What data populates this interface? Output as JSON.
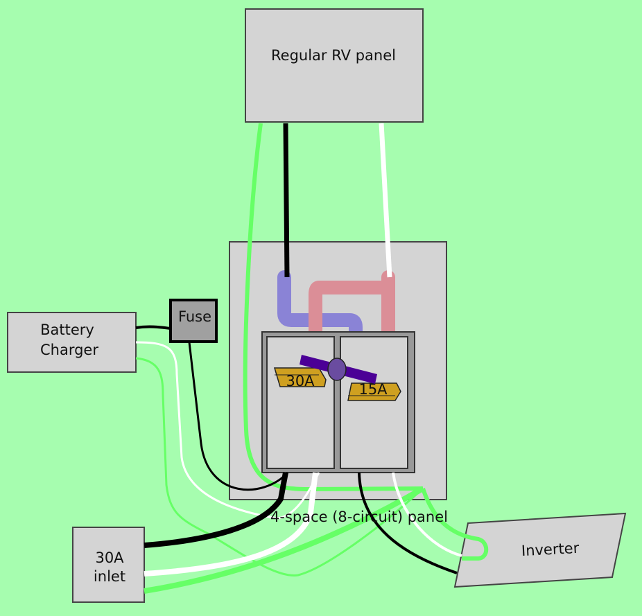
{
  "title": "RV inverter sub-panel wiring diagram",
  "colors": {
    "background": "#a6fdaf",
    "box_fill": "#d4d4d4",
    "hot_wire": "#000000",
    "neutral_wire": "#ffffff",
    "ground_wire": "#66ff66",
    "bus_hot": "#8f86e0",
    "bus_neutral": "#dd8a90",
    "interlock": "#4b0096",
    "breaker": "#cfa020"
  },
  "components": {
    "rv_panel": {
      "label": "Regular RV panel"
    },
    "sub_panel": {
      "label": "4-space (8-circuit) panel"
    },
    "battery_charger": {
      "line1": "Battery",
      "line2": "Charger"
    },
    "fuse": {
      "label": "Fuse"
    },
    "inlet": {
      "line1": "30A",
      "line2": "inlet"
    },
    "inverter": {
      "label": "Inverter"
    },
    "breaker_left": {
      "label": "30A"
    },
    "breaker_right": {
      "label": "15A"
    }
  }
}
